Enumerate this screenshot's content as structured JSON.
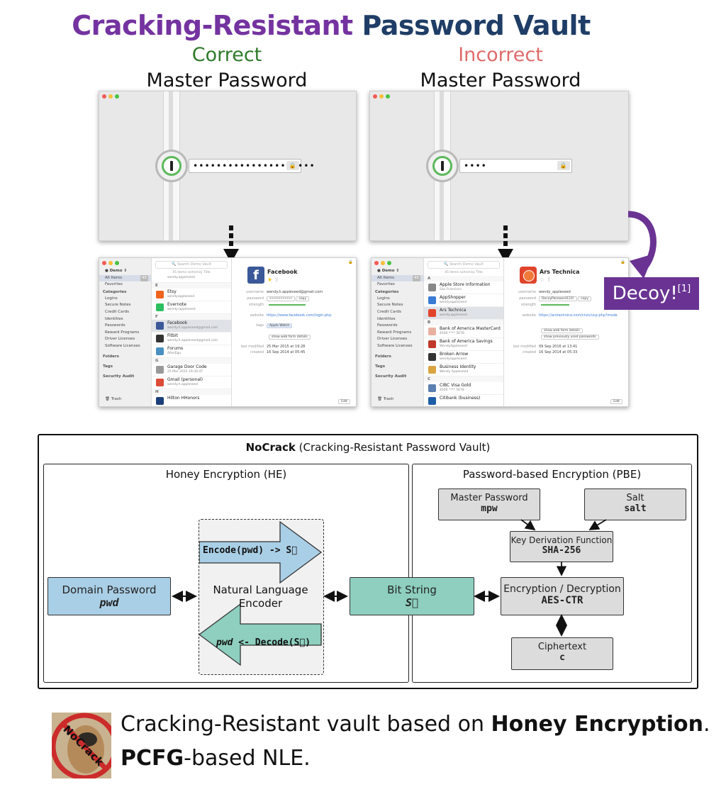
{
  "title": {
    "part1": "Cracking-Resistant",
    "part2": "Password Vault"
  },
  "colors": {
    "purple": "#7433a0",
    "navy": "#1f3d66",
    "correct_green": "#2f7a2a",
    "incorrect_red": "#e06a6a",
    "decoy_bg": "#6a3393",
    "blue_box": "#a9cfe6",
    "teal_box": "#8ecfbf",
    "grey_box": "#dcdcdc"
  },
  "left_column": {
    "status": "Correct",
    "label": "Master Password",
    "password_dots": "•••••••••••••••••••••",
    "app": {
      "search": "Search Demo Vault",
      "sort": "45 items sorted by Title",
      "vault": "Demo",
      "sidebar": {
        "all_items": "All Items",
        "count": "45",
        "favorites": "Favorites",
        "categories_head": "Categories",
        "categories": [
          "Logins",
          "Secure Notes",
          "Credit Cards",
          "Identities",
          "Passwords",
          "Reward Programs",
          "Driver Licenses",
          "Software Licenses"
        ],
        "folders": "Folders",
        "tags": "Tags",
        "security_audit": "Security Audit",
        "trash": "Trash"
      },
      "list": [
        {
          "type": "partial",
          "subtitle": "wendy.appleseed"
        },
        {
          "type": "header",
          "text": "E"
        },
        {
          "type": "item",
          "title": "Etsy",
          "subtitle": "wendyappleseed",
          "color": "#f1641e"
        },
        {
          "type": "item",
          "title": "Evernote",
          "subtitle": "wendy-appleseed",
          "color": "#2dbe60"
        },
        {
          "type": "header",
          "text": "F"
        },
        {
          "type": "item",
          "title": "Facebook",
          "subtitle": "wendy.h.appleseed@gmail.com",
          "color": "#3b5998",
          "selected": true
        },
        {
          "type": "item",
          "title": "Fitbit",
          "subtitle": "wendy.h.appleseed@gmail.com",
          "color": "#333333"
        },
        {
          "type": "item",
          "title": "Forums",
          "subtitle": "AlterEgo",
          "color": "#4a90c2"
        },
        {
          "type": "header",
          "text": "G"
        },
        {
          "type": "item",
          "title": "Garage Door Code",
          "subtitle": "25 Mar 2015 19:30:47",
          "color": "#999999"
        },
        {
          "type": "item",
          "title": "Gmail (personal)",
          "subtitle": "wendy.h.appleseed",
          "color": "#dd4b39"
        },
        {
          "type": "header",
          "text": "H"
        },
        {
          "type": "item",
          "title": "Hilton HHonors",
          "subtitle": "",
          "color": "#1c3f7a"
        }
      ],
      "detail": {
        "title": "Facebook",
        "icon_color": "#3b5998",
        "username_k": "username",
        "username_v": "wendy.h.appleseed@gmail.com",
        "password_k": "password",
        "password_v": "••••••••••••",
        "copy": "copy",
        "strength_k": "strength",
        "website_k": "website",
        "website_v": "https://www.facebook.com/login.php",
        "tags_k": "tags",
        "tags_v": "Apple Watch",
        "show_fields": "show web form details",
        "modified_k": "last modified",
        "modified_v": "25 Mar 2015 at 19:28",
        "created_k": "created",
        "created_v": "16 Sep 2014 at 05:45",
        "edit": "Edit"
      }
    }
  },
  "right_column": {
    "status": "Incorrect",
    "label": "Master Password",
    "password_dots": "••••",
    "decoy": "Decoy!",
    "decoy_ref": "[1]",
    "app": {
      "search": "Search Demo Vault",
      "sort": "45 items sorted by Title",
      "vault": "Demo",
      "sidebar": {
        "all_items": "All Items",
        "count": "45",
        "favorites": "Favorites",
        "categories_head": "Categories",
        "categories": [
          "Logins",
          "Secure Notes",
          "Credit Cards",
          "Identities",
          "Passwords",
          "Reward Programs",
          "Driver Licenses",
          "Software Licenses"
        ],
        "folders": "Folders",
        "tags": "Tags",
        "security_audit": "Security Audit",
        "trash": "Trash"
      },
      "list": [
        {
          "type": "header",
          "text": "A"
        },
        {
          "type": "item",
          "title": "Apple Store Information",
          "subtitle": "San Francisco",
          "color": "#888888"
        },
        {
          "type": "item",
          "title": "AppShopper",
          "subtitle": "wendyappleseed",
          "color": "#3a7bd5"
        },
        {
          "type": "item",
          "title": "Ars Technica",
          "subtitle": "wendy.appleseed",
          "color": "#e0452b",
          "selected": true
        },
        {
          "type": "header",
          "text": "B"
        },
        {
          "type": "item",
          "title": "Bank of America MasterCard",
          "subtitle": "4500 **** 5678",
          "color": "#e8b0a0"
        },
        {
          "type": "item",
          "title": "Bank of America Savings",
          "subtitle": "WendyAppleseed",
          "color": "#c0392b"
        },
        {
          "type": "item",
          "title": "Broken Arrow",
          "subtitle": "wendyappleseed",
          "color": "#333333"
        },
        {
          "type": "item",
          "title": "Business Identity",
          "subtitle": "Wendy Appleseed",
          "color": "#d9a441"
        },
        {
          "type": "header",
          "text": "C"
        },
        {
          "type": "item",
          "title": "CIBC Visa Gold",
          "subtitle": "4500 **** 5678",
          "color": "#5b7fb0"
        },
        {
          "type": "item",
          "title": "Citibank (business)",
          "subtitle": "",
          "color": "#1e5ea8"
        }
      ],
      "detail": {
        "title": "Ars Technica",
        "icon_color": "#e0452b",
        "username_k": "username",
        "username_v": "wendy_appleseed",
        "password_k": "password",
        "password_v": "DecoyPassword123!",
        "copy": "copy",
        "strength_k": "strength",
        "website_k": "website",
        "website_v": "https://arstechnica.com/civis/ucp.php?mode",
        "show_fields": "show web form details",
        "show_prev": "show previously used passwords",
        "modified_k": "last modified",
        "modified_v": "09 Sep 2016 at 13:41",
        "created_k": "created",
        "created_v": "16 Sep 2014 at 05:33",
        "edit": "Edit"
      }
    }
  },
  "diagram": {
    "title_bold": "NoCrack",
    "title_rest": " (Cracking-Resistant Password Vault)",
    "he_title": "Honey Encryption (HE)",
    "pbe_title": "Password-based Encryption (PBE)",
    "domain_password": "Domain Password",
    "domain_password_var": "pwd",
    "nle_line1": "Natural Language",
    "nle_line2": "Encoder",
    "encode": "Encode(pwd) -> ",
    "encode_var": "S⃗",
    "decode_var": "pwd",
    "decode": " <- Decode(",
    "decode_arg": "S⃗",
    "decode_close": ")",
    "bit_string": "Bit String",
    "bit_string_var": "S⃗",
    "master_password": "Master Password",
    "master_password_var": "mpw",
    "salt": "Salt",
    "salt_var": "salt",
    "kdf": "Key Derivation Function",
    "kdf_var": "SHA-256",
    "enc_dec": "Encryption / Decryption",
    "enc_dec_var": "AES-CTR",
    "ciphertext": "Ciphertext",
    "ciphertext_var": "c"
  },
  "bottom": {
    "logo_text": "NoCrack",
    "line1_pre": "Cracking-Resistant vault based on ",
    "line1_bold": "Honey Encryption",
    "line1_post": ".",
    "line2_bold": "PCFG",
    "line2_post": "-based NLE."
  }
}
